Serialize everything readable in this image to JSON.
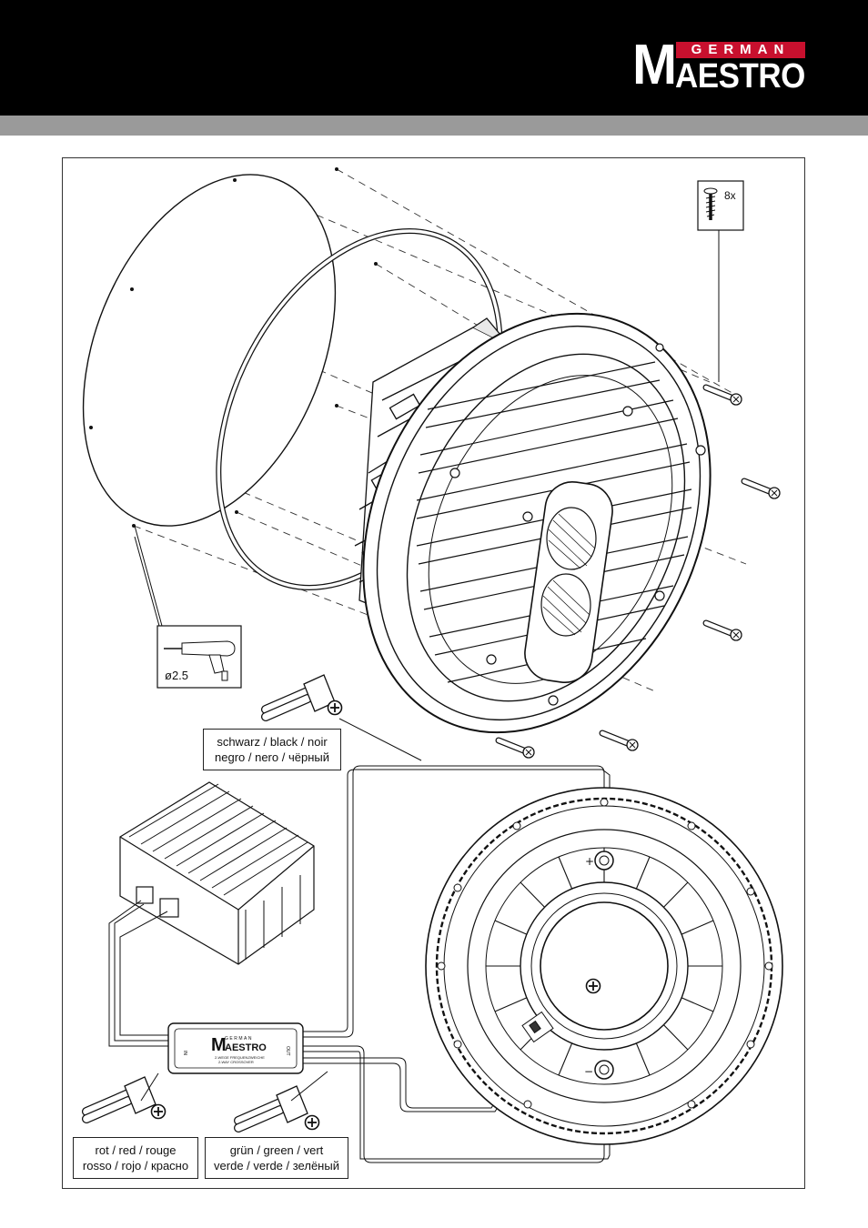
{
  "brand": {
    "logo_m": "M",
    "logo_top": "GERMAN",
    "logo_bottom": "AESTRO"
  },
  "screw_kit": {
    "count": "8x"
  },
  "drill": {
    "diameter": "ø2.5"
  },
  "wires": {
    "black_line1": "schwarz / black / noir",
    "black_line2": "negro / nero / чёрный",
    "red_line1": "rot / red / rouge",
    "red_line2": "rosso / rojo / красно",
    "green_line1": "grün / green / vert",
    "green_line2": "verde / verde / зелёный"
  },
  "terminals": {
    "plus": "+",
    "minus": "−"
  },
  "crossover": {
    "logo_m": "M",
    "logo_top": "GERMAN",
    "logo_bottom": "AESTRO",
    "in_label": "IN",
    "out_label": "OUT",
    "desc1": "2-WEGE FREQUENZWEICHE",
    "desc2": "2-WAY CROSSOVER"
  }
}
